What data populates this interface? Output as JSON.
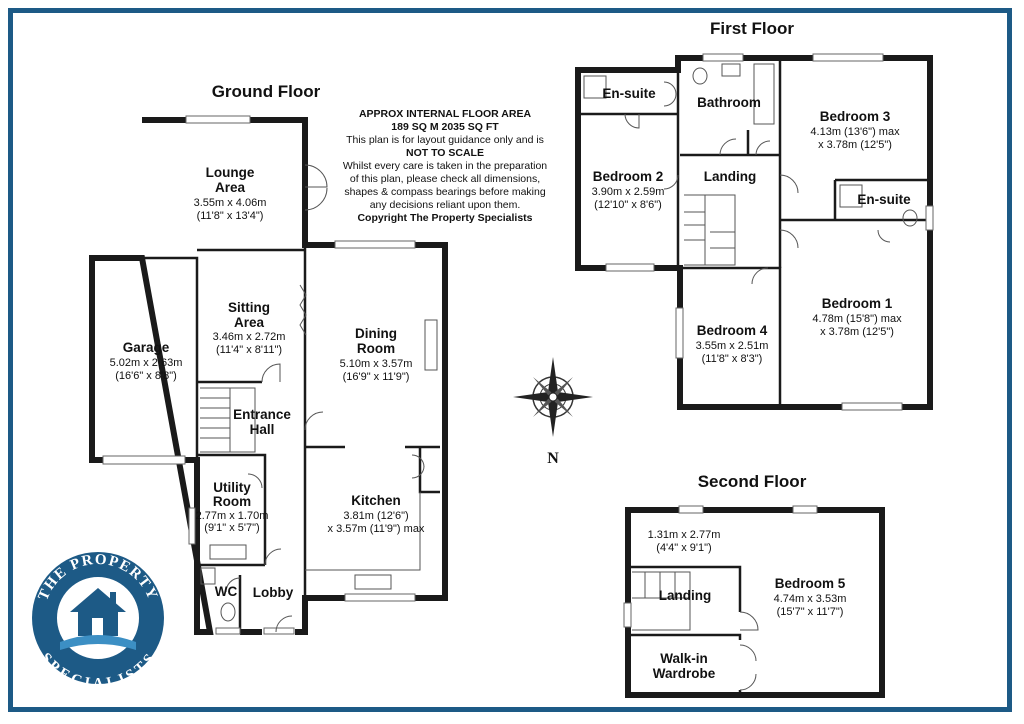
{
  "titles": {
    "ground": "Ground Floor",
    "first": "First Floor",
    "second": "Second Floor"
  },
  "disclaimer": {
    "area_label": "APPROX INTERNAL FLOOR AREA",
    "area_value": "189 SQ M 2035 SQ FT",
    "line1": "This plan is for layout guidance only and is",
    "line2": "NOT TO SCALE",
    "line3": "Whilst every care is taken in the preparation",
    "line4": "of this plan, please check all dimensions,",
    "line5": "shapes & compass bearings before making",
    "line6": "any decisions reliant upon them.",
    "line7": "Copyright The Property Specialists"
  },
  "ground_rooms": {
    "lounge": {
      "name1": "Lounge",
      "name2": "Area",
      "dim1": "3.55m x 4.06m",
      "dim2": "(11'8\" x 13'4\")"
    },
    "sitting": {
      "name1": "Sitting",
      "name2": "Area",
      "dim1": "3.46m x 2.72m",
      "dim2": "(11'4\" x 8'11\")"
    },
    "garage": {
      "name": "Garage",
      "dim1": "5.02m x 2.63m",
      "dim2": "(16'6\" x 8'8\")"
    },
    "dining": {
      "name1": "Dining",
      "name2": "Room",
      "dim1": "5.10m x 3.57m",
      "dim2": "(16'9\" x 11'9\")"
    },
    "entrance": {
      "name1": "Entrance",
      "name2": "Hall"
    },
    "utility": {
      "name1": "Utility",
      "name2": "Room",
      "dim1": "2.77m x 1.70m",
      "dim2": "(9'1\" x 5'7\")"
    },
    "kitchen": {
      "name": "Kitchen",
      "dim1": "3.81m (12'6\")",
      "dim2": "x 3.57m (11'9\") max"
    },
    "wc": {
      "name": "WC"
    },
    "lobby": {
      "name": "Lobby"
    }
  },
  "first_rooms": {
    "ensuite1": {
      "name": "En-suite"
    },
    "bathroom": {
      "name": "Bathroom"
    },
    "bedroom3": {
      "name": "Bedroom 3",
      "dim1": "4.13m (13'6\") max",
      "dim2": "x 3.78m (12'5\")"
    },
    "bedroom2": {
      "name": "Bedroom 2",
      "dim1": "3.90m x 2.59m",
      "dim2": "(12'10\" x 8'6\")"
    },
    "landing": {
      "name": "Landing"
    },
    "ensuite2": {
      "name": "En-suite"
    },
    "bedroom1": {
      "name": "Bedroom 1",
      "dim1": "4.78m (15'8\") max",
      "dim2": "x 3.78m (12'5\")"
    },
    "bedroom4": {
      "name": "Bedroom 4",
      "dim1": "3.55m x 2.51m",
      "dim2": "(11'8\" x 8'3\")"
    }
  },
  "second_rooms": {
    "store": {
      "dim1": "1.31m x 2.77m",
      "dim2": "(4'4\" x 9'1\")"
    },
    "landing": {
      "name": "Landing"
    },
    "bedroom5": {
      "name": "Bedroom 5",
      "dim1": "4.74m x 3.53m",
      "dim2": "(15'7\" x 11'7\")"
    },
    "wardrobe": {
      "name1": "Walk-in",
      "name2": "Wardrobe"
    }
  },
  "compass": {
    "north": "N"
  },
  "logo": {
    "text_top": "THE PROPERTY",
    "text_bottom": "SPECIALISTS"
  },
  "colors": {
    "frame": "#1d5a86",
    "logo_blue": "#1d5a86",
    "wall": "#1a1a1a"
  }
}
